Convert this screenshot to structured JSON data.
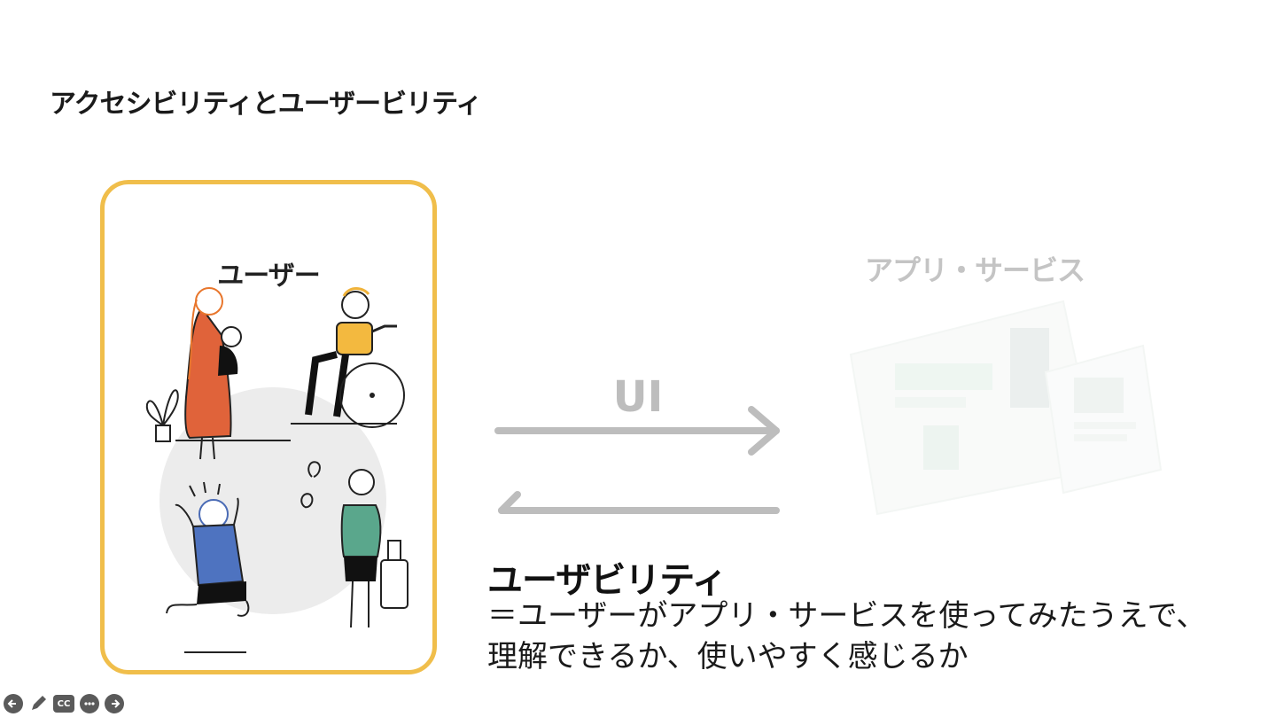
{
  "slide": {
    "title": "アクセシビリティとユーザービリティ"
  },
  "user_card": {
    "label": "ユーザー",
    "border_color": "#f0be4b"
  },
  "app_panel": {
    "label": "アプリ・サービス"
  },
  "flow": {
    "ui_label": "UI"
  },
  "usability": {
    "title": "ユーザビリティ",
    "description": "＝ユーザーがアプリ・サービスを使ってみたうえで、理解できるか、使いやすく感じるか"
  },
  "controls": [
    {
      "name": "previous-slide",
      "icon": "arrow-left-icon"
    },
    {
      "name": "pen-tool",
      "icon": "pencil-icon"
    },
    {
      "name": "captions",
      "icon": "cc-icon",
      "label": "CC"
    },
    {
      "name": "more-options",
      "icon": "ellipsis-icon"
    },
    {
      "name": "next-slide",
      "icon": "arrow-right-icon"
    }
  ]
}
